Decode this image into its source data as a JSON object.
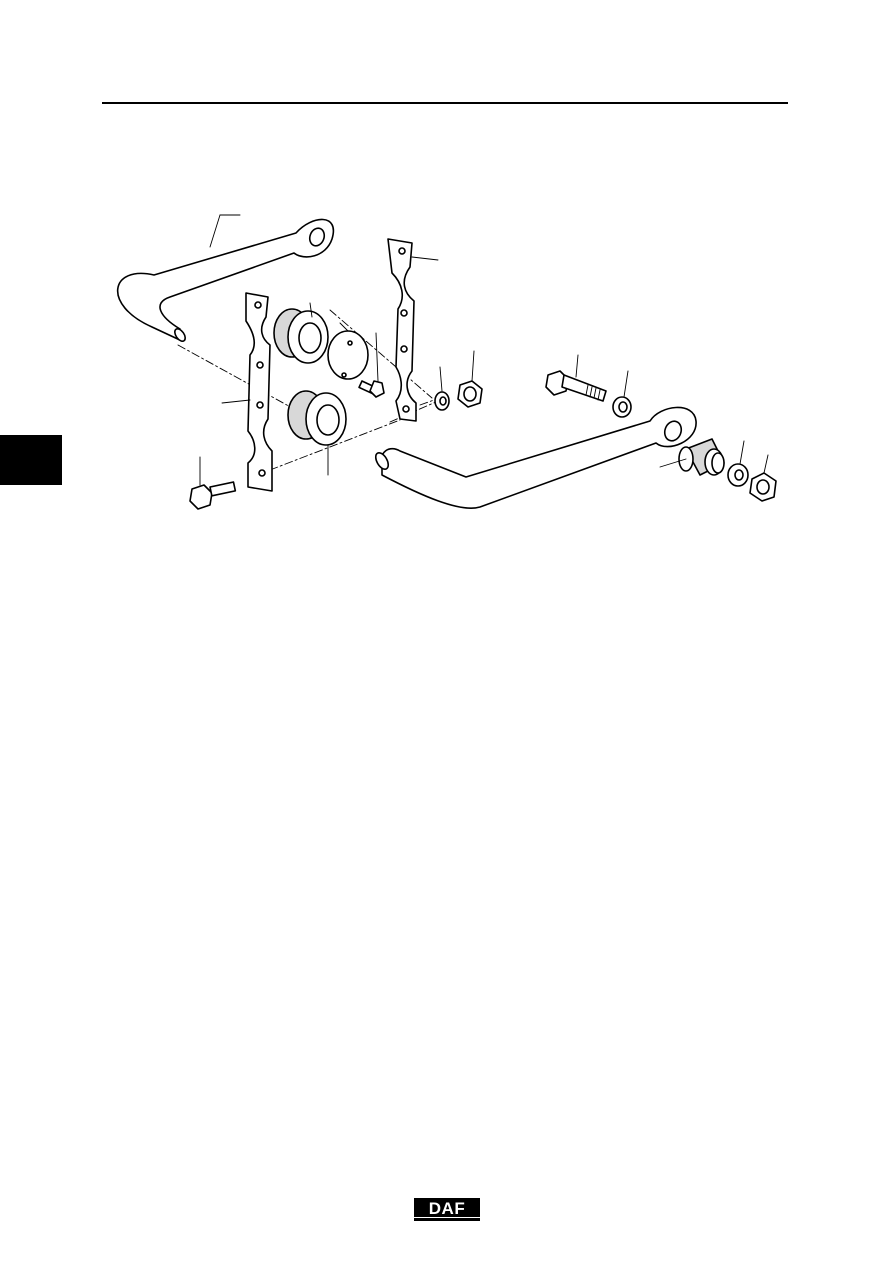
{
  "page": {
    "brand": "DAF"
  },
  "figure": {
    "parts": [
      "stabiliser-bar-left",
      "stabiliser-bar-right",
      "bracket-left",
      "bracket-right",
      "bush-upper",
      "bush-lower",
      "cover-plate",
      "bolt-small",
      "bolt-flange",
      "washer",
      "nut",
      "bolt-long",
      "washer-right",
      "rubber-bush",
      "washer-end",
      "nut-end"
    ]
  },
  "colors": {
    "ink": "#000000",
    "paper": "#ffffff",
    "shade": "#d8d8d8"
  }
}
